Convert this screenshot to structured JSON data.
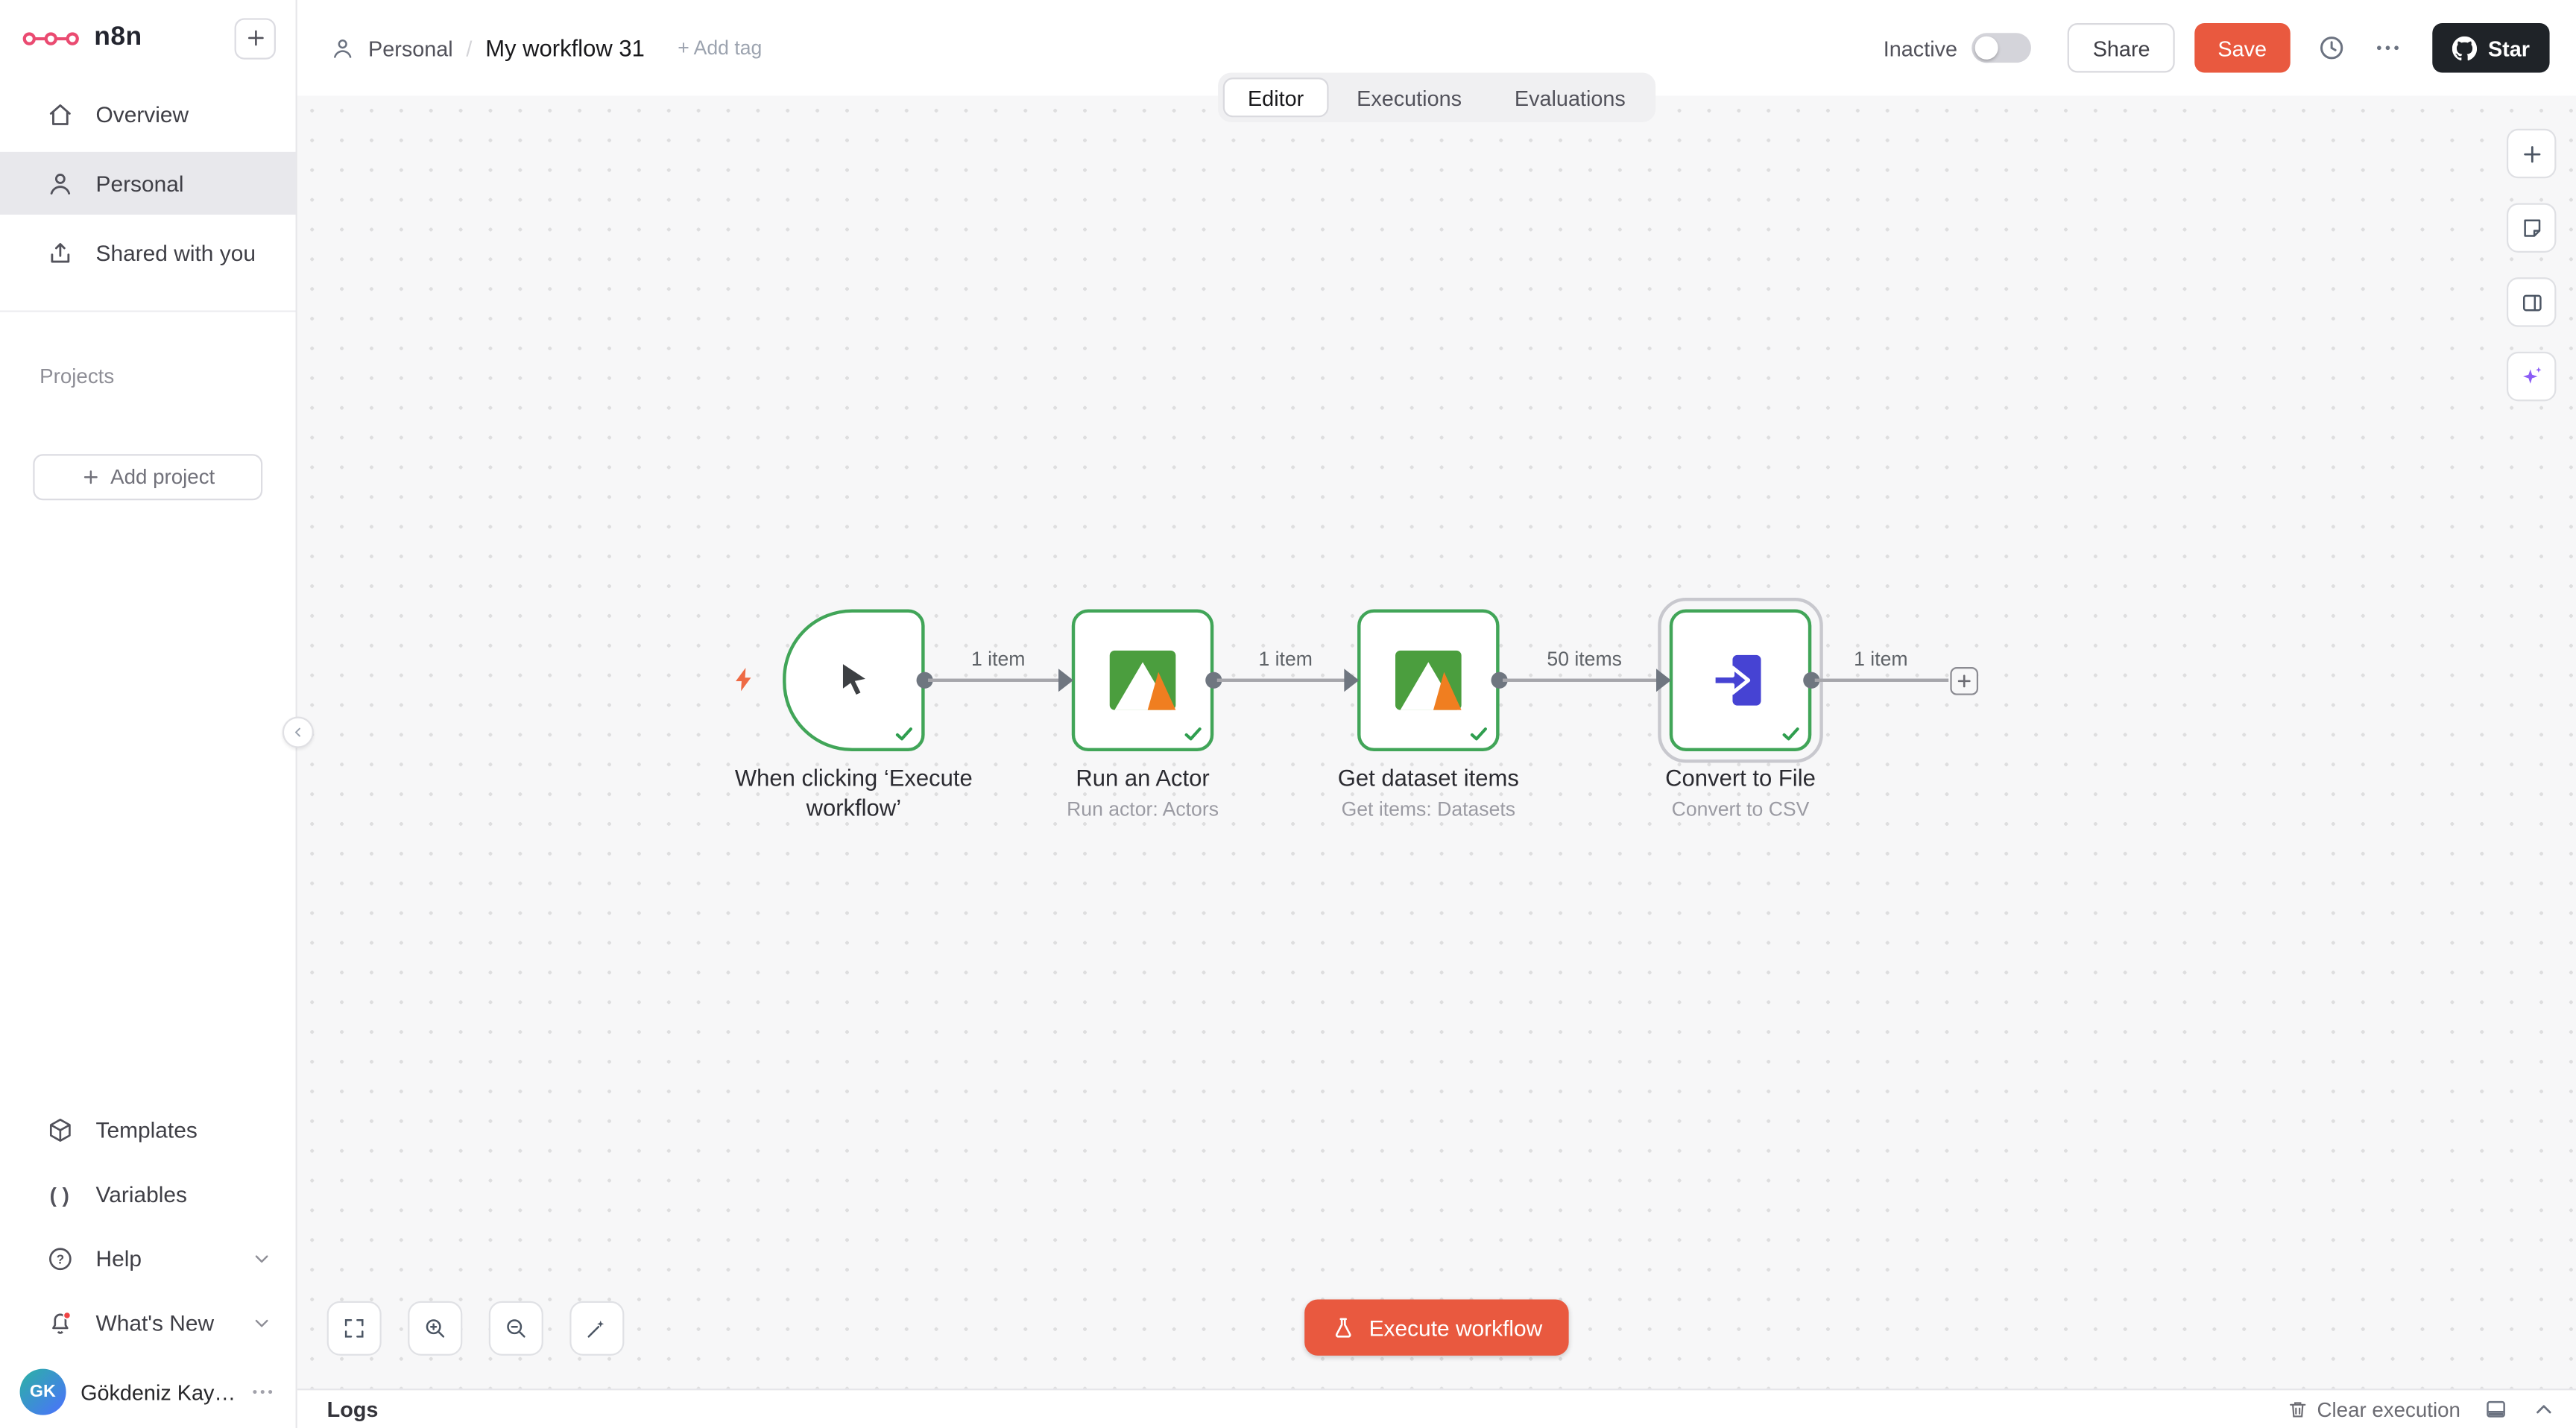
{
  "colors": {
    "accent": "#e9593f",
    "success_green": "#2f9e4f",
    "node_border_green": "#41a558",
    "brand_pink": "#ea4b71",
    "apify_green": "#4b9e3e",
    "apify_orange": "#f07e20",
    "file_blue": "#4643d3",
    "sparkle_purple": "#8b5cf6",
    "github_dark": "#1f2328"
  },
  "brand": {
    "name": "n8n"
  },
  "sidebar": {
    "items": [
      {
        "label": "Overview"
      },
      {
        "label": "Personal"
      },
      {
        "label": "Shared with you"
      }
    ],
    "projects_label": "Projects",
    "add_project_label": "Add project",
    "bottom_items": [
      {
        "label": "Templates"
      },
      {
        "label": "Variables"
      },
      {
        "label": "Help"
      },
      {
        "label": "What's New"
      }
    ],
    "user": {
      "initials": "GK",
      "name": "Gökdeniz Kay…"
    }
  },
  "header": {
    "breadcrumb": {
      "project": "Personal",
      "separator": "/",
      "title": "My workflow 31",
      "add_tag": "+ Add tag"
    },
    "actions": {
      "status": "Inactive",
      "share": "Share",
      "save": "Save",
      "star": "Star"
    }
  },
  "tabs": [
    {
      "label": "Editor"
    },
    {
      "label": "Executions"
    },
    {
      "label": "Evaluations"
    }
  ],
  "canvas": {
    "nodes": [
      {
        "name": "When clicking ‘Execute workflow’",
        "subtitle": ""
      },
      {
        "name": "Run an Actor",
        "subtitle": "Run actor: Actors"
      },
      {
        "name": "Get dataset items",
        "subtitle": "Get items: Datasets"
      },
      {
        "name": "Convert to File",
        "subtitle": "Convert to CSV"
      }
    ],
    "connections": [
      {
        "label": "1 item"
      },
      {
        "label": "1 item"
      },
      {
        "label": "50 items"
      },
      {
        "label": "1 item"
      }
    ],
    "execute_label": "Execute workflow"
  },
  "logs": {
    "title": "Logs",
    "clear": "Clear execution"
  }
}
